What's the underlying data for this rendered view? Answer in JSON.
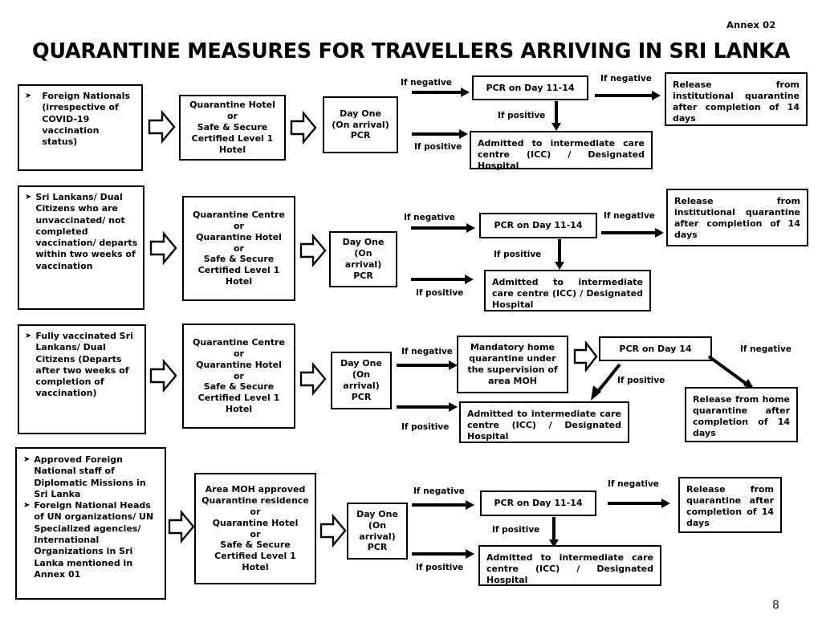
{
  "document": {
    "annex_label": "Annex 02",
    "title": "QUARANTINE MEASURES FOR TRAVELLERS ARRIVING IN SRI LANKA",
    "page_number": "8"
  },
  "labels": {
    "if_negative": "If negative",
    "if_positive": "If positive"
  },
  "rows": [
    {
      "id": "foreign-nationals",
      "traveller": {
        "bullets": [
          "Foreign Nationals (irrespective of COVID-19 vaccination status)"
        ]
      },
      "accommodation": "Quarantine Hotel\nor\nSafe & Secure Certified Level 1 Hotel",
      "day_one": "Day One\n(On arrival)\nPCR",
      "negative_step": "PCR on Day 11-14",
      "positive_step": "Admitted to intermediate care centre (ICC) / Designated Hospital",
      "release": "Release from institutional quarantine after completion of 14 days"
    },
    {
      "id": "unvaccinated-sri-lankans",
      "traveller": {
        "bullets": [
          "Sri Lankans/ Dual Citizens who are unvaccinated/ not completed vaccination/ departs within two weeks of vaccination"
        ]
      },
      "accommodation": "Quarantine Centre\nor\nQuarantine Hotel\nor\nSafe & Secure Certified Level 1 Hotel",
      "day_one": "Day One\n(On arrival)\nPCR",
      "negative_step": "PCR on Day 11-14",
      "positive_step": "Admitted to intermediate care centre (ICC) / Designated Hospital",
      "release": "Release from institutional quarantine after completion of 14 days"
    },
    {
      "id": "fully-vaccinated-sri-lankans",
      "traveller": {
        "bullets": [
          "Fully vaccinated Sri Lankans/ Dual Citizens (Departs after two weeks of completion of vaccination)"
        ]
      },
      "accommodation": "Quarantine Centre\nor\nQuarantine Hotel\nor\nSafe & Secure Certified Level 1 Hotel",
      "day_one": "Day One\n(On arrival)\nPCR",
      "negative_step": "Mandatory home quarantine under the supervision of area MOH",
      "pcr_step": "PCR on Day 14",
      "positive_step": "Admitted to intermediate care centre (ICC) / Designated Hospital",
      "release": "Release from home quarantine after completion of 14 days"
    },
    {
      "id": "diplomatic-and-un-staff",
      "traveller": {
        "bullets": [
          "Approved Foreign National staff of Diplomatic Missions in Sri Lanka",
          "Foreign National Heads of UN organizations/ UN Specialized agencies/ International Organizations in Sri Lanka mentioned in Annex 01"
        ]
      },
      "accommodation": "Area MOH approved Quarantine residence\nor\nQuarantine Hotel\nor\nSafe & Secure Certified Level 1 Hotel",
      "day_one": "Day One\n(On arrival)\nPCR",
      "negative_step": "PCR on Day 11-14",
      "positive_step": "Admitted to intermediate care centre (ICC) / Designated Hospital",
      "release": "Release from quarantine after completion of 14 days"
    }
  ],
  "icons": {
    "bullet": "➤",
    "block_arrow": "block-arrow-right-icon"
  },
  "colors": {
    "stroke": "#000000",
    "background": "#ffffff"
  }
}
